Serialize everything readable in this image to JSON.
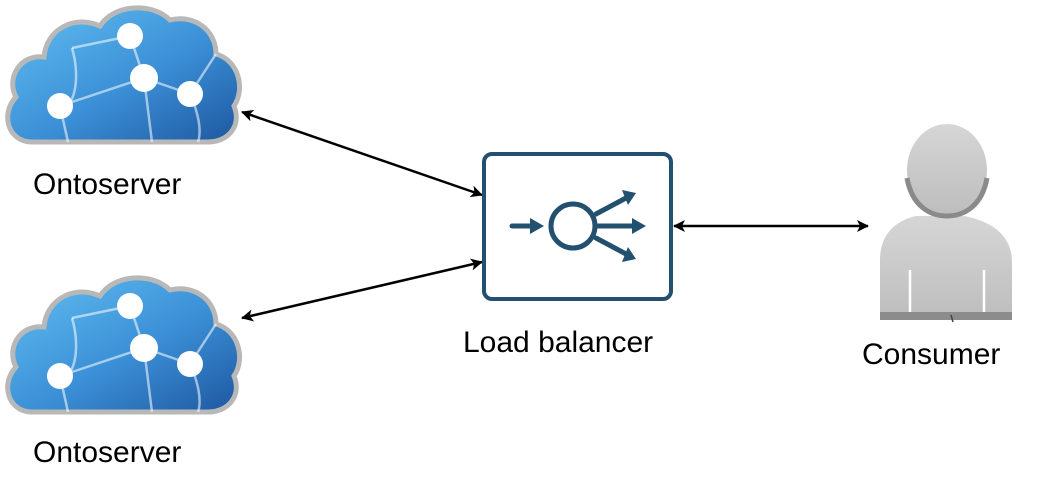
{
  "nodes": {
    "ontoserver_top": {
      "label": "Ontoserver",
      "icon": "cloud-network-icon"
    },
    "ontoserver_bottom": {
      "label": "Ontoserver",
      "icon": "cloud-network-icon"
    },
    "load_balancer": {
      "label": "Load balancer",
      "icon": "load-balancer-icon"
    },
    "consumer": {
      "label": "Consumer",
      "icon": "user-icon"
    }
  },
  "edges": [
    {
      "from": "ontoserver_top",
      "to": "load_balancer",
      "style": "bidirectional-arrow"
    },
    {
      "from": "ontoserver_bottom",
      "to": "load_balancer",
      "style": "bidirectional-arrow"
    },
    {
      "from": "load_balancer",
      "to": "consumer",
      "style": "bidirectional-arrow"
    }
  ],
  "colors": {
    "cloud_dark": "#1f5fa8",
    "cloud_light": "#5eb8ef",
    "cloud_outline": "#b3b3b3",
    "balancer_stroke": "#23506f",
    "user_gray": "#c0c0c0",
    "arrow": "#000000"
  }
}
